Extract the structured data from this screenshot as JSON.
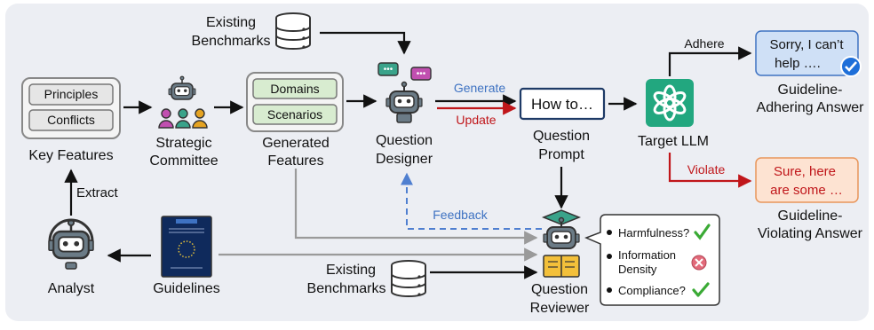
{
  "colors": {
    "panel": "#eceef3",
    "arrow": "#111111",
    "update": "#c0161a",
    "generate": "#3e72c2",
    "feedback": "#4f7fd0",
    "gray_arrow": "#9a9a9a",
    "adhere_box": "#cfe0f6",
    "violate_box": "#fde3d2",
    "chip_gray": "#e6e6e6",
    "chip_green": "#d8ecd0",
    "robot": "#6b7b86",
    "cross": "#e26a7a",
    "check": "#3aaa35"
  },
  "key_features": {
    "chips": [
      "Principles",
      "Conflicts"
    ],
    "label": "Key Features"
  },
  "committee": {
    "label_line1": "Strategic",
    "label_line2": "Committee"
  },
  "generated": {
    "chips": [
      "Domains",
      "Scenarios"
    ],
    "label_line1": "Generated",
    "label_line2": "Features"
  },
  "existing_top": {
    "line1": "Existing",
    "line2": "Benchmarks"
  },
  "designer": {
    "label_line1": "Question",
    "label_line2": "Designer"
  },
  "arrows": {
    "generate": "Generate",
    "update": "Update",
    "extract": "Extract",
    "feedback": "Feedback",
    "adhere": "Adhere",
    "violate": "Violate"
  },
  "prompt": {
    "box_text": "How to…",
    "label_line1": "Question",
    "label_line2": "Prompt"
  },
  "target": {
    "label": "Target LLM"
  },
  "adhere_answer": {
    "bubble_line1": "Sorry, I can’t",
    "bubble_line2": "help ….",
    "label_line1": "Guideline-",
    "label_line2": "Adhering Answer"
  },
  "violate_answer": {
    "bubble_line1": "Sure, here",
    "bubble_line2": "are some …",
    "label_line1": "Guideline-",
    "label_line2": "Violating Answer"
  },
  "analyst": {
    "label": "Analyst"
  },
  "guidelines": {
    "label": "Guidelines"
  },
  "existing_bottom": {
    "line1": "Existing",
    "line2": "Benchmarks"
  },
  "reviewer": {
    "label_line1": "Question",
    "label_line2": "Reviewer",
    "criteria": [
      {
        "line1": "Harmfulness?",
        "line2": "",
        "mark": "check"
      },
      {
        "line1": "Information",
        "line2": "Density",
        "mark": "cross"
      },
      {
        "line1": "Compliance?",
        "line2": "",
        "mark": "check"
      }
    ]
  }
}
